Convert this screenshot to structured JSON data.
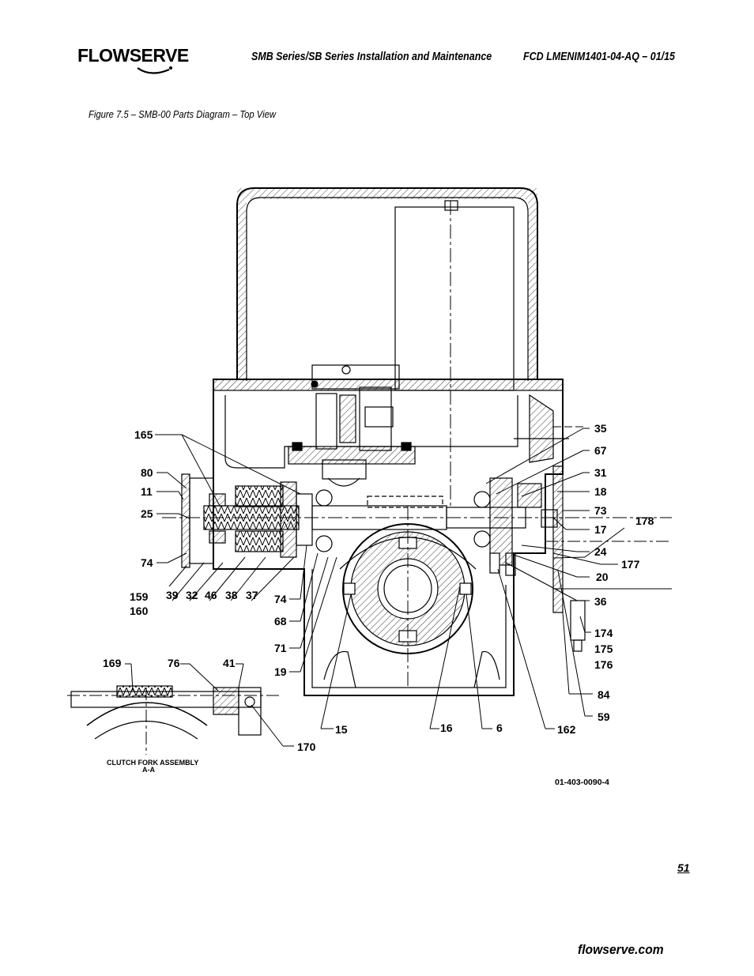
{
  "header": {
    "logo_text": "FLOWSERVE",
    "title": "SMB Series/SB Series Installation and Maintenance",
    "doc_code": "FCD LMENIM1401-04-AQ – 01/15"
  },
  "figure": {
    "caption": "Figure 7.5 – SMB-00 Parts Diagram – Top View",
    "drawing_number": "01-403-0090-4",
    "inset_title_line1": "CLUTCH FORK ASSEMBLY",
    "inset_title_line2": "A-A",
    "part_labels": {
      "p165": "165",
      "p80": "80",
      "p11": "11",
      "p25": "25",
      "p74a": "74",
      "p159": "159",
      "p160": "160",
      "p39": "39",
      "p32": "32",
      "p46": "46",
      "p38": "38",
      "p37": "37",
      "p74b": "74",
      "p68": "68",
      "p71": "71",
      "p19": "19",
      "p15": "15",
      "p16": "16",
      "p6": "6",
      "p162": "162",
      "p35": "35",
      "p67": "67",
      "p31": "31",
      "p18": "18",
      "p73": "73",
      "p17": "17",
      "p178": "178",
      "p24": "24",
      "p177": "177",
      "p20": "20",
      "p36": "36",
      "p174": "174",
      "p175": "175",
      "p176": "176",
      "p84": "84",
      "p59": "59",
      "p169": "169",
      "p76": "76",
      "p41": "41",
      "p170": "170"
    }
  },
  "footer": {
    "page_number": "51",
    "website": "flowserve.com"
  }
}
